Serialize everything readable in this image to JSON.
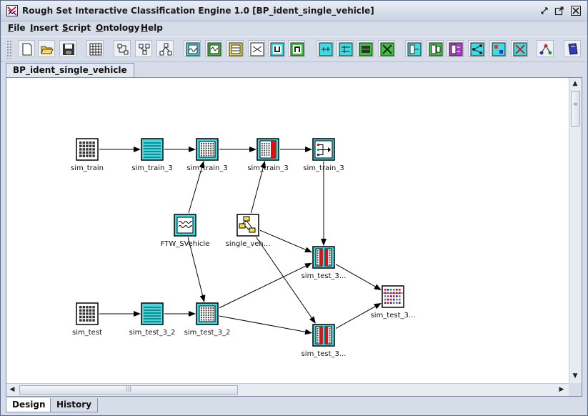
{
  "window": {
    "title": "Rough Set Interactive Classification Engine 1.0 [BP_ident_single_vehicle]"
  },
  "menu": [
    {
      "label": "File",
      "mnemonic": "F",
      "rest": "ile"
    },
    {
      "label": "Insert",
      "mnemonic": "I",
      "rest": "nsert"
    },
    {
      "label": "Script",
      "mnemonic": "S",
      "rest": "cript"
    },
    {
      "label": "Ontology",
      "mnemonic": "O",
      "rest": "ntology"
    },
    {
      "label": "Help",
      "mnemonic": "H",
      "rest": "elp"
    }
  ],
  "toolbar_icons": [
    "new-file-icon",
    "open-folder-icon",
    "save-icon",
    "table-grid-icon",
    "node-link-icon",
    "node-link-alt-icon",
    "tree-icon",
    "chart-wave-icon",
    "chart-green-icon",
    "chart-yellow-icon",
    "chart-white-icon",
    "u-icon",
    "n-icon",
    "discretize-icon",
    "discretize-alt-icon",
    "reduct-icon",
    "reduct-alt-icon",
    "rules-icon",
    "rules-green-icon",
    "rules-purple-icon",
    "branch-icon",
    "classify-icon",
    "cross-icon",
    "cluster-icon",
    "book-icon"
  ],
  "document_tab": "BP_ident_single_vehicle",
  "nodes": [
    {
      "id": "n1",
      "label": "sim_train",
      "icon": "table-grid-icon"
    },
    {
      "id": "n2",
      "label": "sim_train_3",
      "icon": "striped-table-icon"
    },
    {
      "id": "n3",
      "label": "sim_train_3",
      "icon": "dotted-table-icon"
    },
    {
      "id": "n4",
      "label": "sim_train_3",
      "icon": "red-column-table-icon"
    },
    {
      "id": "n5",
      "label": "sim_train_3",
      "icon": "classifier-icon"
    },
    {
      "id": "n6",
      "label": "FTW_SVehicle",
      "icon": "wave-icon"
    },
    {
      "id": "n7",
      "label": "single_veh...",
      "icon": "graph-icon"
    },
    {
      "id": "n8",
      "label": "sim_test_3...",
      "icon": "split-table-icon"
    },
    {
      "id": "n9",
      "label": "sim_test",
      "icon": "table-grid-icon"
    },
    {
      "id": "n10",
      "label": "sim_test_3_2",
      "icon": "striped-table-icon"
    },
    {
      "id": "n11",
      "label": "sim_test_3_2",
      "icon": "dotted-table-icon"
    },
    {
      "id": "n12",
      "label": "sim_test_3...",
      "icon": "split-table-icon"
    },
    {
      "id": "n13",
      "label": "sim_test_3...",
      "icon": "result-table-icon"
    }
  ],
  "bottom_tabs": [
    {
      "label": "Design"
    },
    {
      "label": "History"
    }
  ],
  "colors": {
    "accent": "#3fdbe3",
    "titlebar": "#d4dce9"
  }
}
